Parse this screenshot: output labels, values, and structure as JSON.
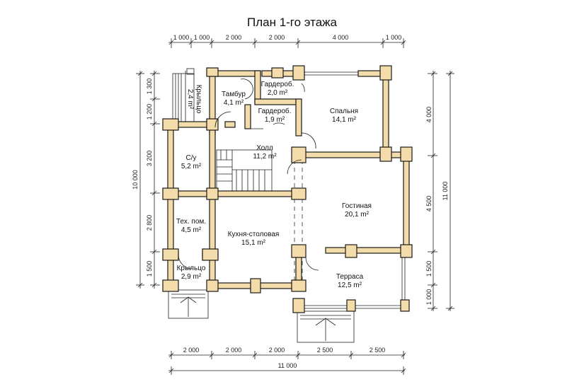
{
  "title": "План 1-го этажа",
  "dims": {
    "top": [
      "1 000",
      "1 000",
      "2 000",
      "2 000",
      "4 000",
      "1 000"
    ],
    "left": [
      "1 300",
      "1 200",
      "3 200",
      "2 800",
      "1 500"
    ],
    "left_total": "10 000",
    "right": [
      "4 000",
      "4 500",
      "1 500",
      "1 000"
    ],
    "right_total": "11 000",
    "bottom": [
      "2 000",
      "2 000",
      "2 000",
      "2 500",
      "2 500"
    ],
    "bottom_total": "11 000"
  },
  "rooms": [
    {
      "name": "Крыльцо",
      "area": "2,4 m²"
    },
    {
      "name": "Тамбур",
      "area": "4,1 m²"
    },
    {
      "name": "Гардероб.",
      "area": "2,0 m²"
    },
    {
      "name": "Гардероб.",
      "area": "1,9 m²"
    },
    {
      "name": "Спальня",
      "area": "14,1 m²"
    },
    {
      "name": "Холл",
      "area": "11,2 m²"
    },
    {
      "name": "С/у",
      "area": "5,2 m²"
    },
    {
      "name": "Гостиная",
      "area": "20,1 m²"
    },
    {
      "name": "Тех. пом.",
      "area": "4,5 m²"
    },
    {
      "name": "Кухня-столовая",
      "area": "15,1 m²"
    },
    {
      "name": "Крыльцо",
      "area": "2,9 m²"
    },
    {
      "name": "Терраса",
      "area": "12,5 m²"
    }
  ]
}
